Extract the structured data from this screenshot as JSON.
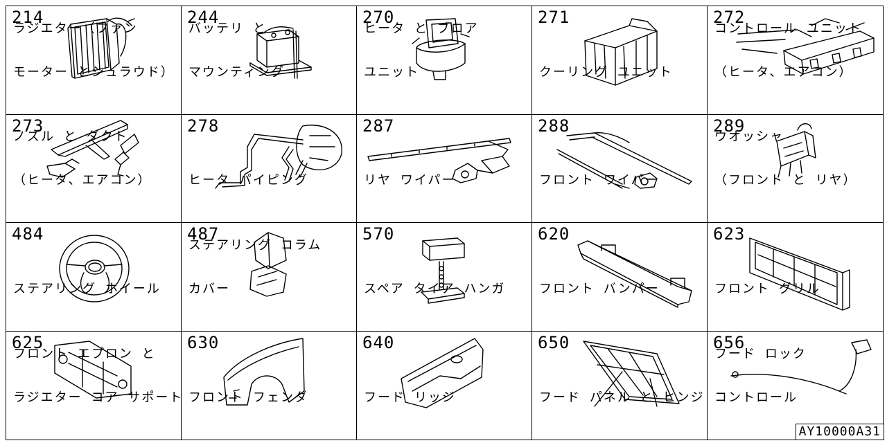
{
  "cells": [
    {
      "num": "214",
      "lines": [
        "ラジエター（ファン",
        "モーター とシュラウド）"
      ]
    },
    {
      "num": "244",
      "lines": [
        "バッテリ と",
        "マウンティング"
      ]
    },
    {
      "num": "270",
      "lines": [
        "ヒータ と ブロア",
        "ユニット"
      ]
    },
    {
      "num": "271",
      "lines": [
        "クーリング ユニット"
      ]
    },
    {
      "num": "272",
      "lines": [
        "コントロール ユニット",
        "（ヒータ、エアコン）"
      ]
    },
    {
      "num": "273",
      "lines": [
        "ノズル と ダクト",
        "（ヒータ、エアコン）"
      ]
    },
    {
      "num": "278",
      "lines": [
        "ヒータ パイピング"
      ]
    },
    {
      "num": "287",
      "lines": [
        "リヤ ワイパー"
      ]
    },
    {
      "num": "288",
      "lines": [
        "フロント ワイパー"
      ]
    },
    {
      "num": "289",
      "lines": [
        "ウオッシャ",
        "（フロント と リヤ）"
      ]
    },
    {
      "num": "484",
      "lines": [
        "ステアリング ホイール"
      ]
    },
    {
      "num": "487",
      "lines": [
        "ステアリング コラム",
        "カバー"
      ]
    },
    {
      "num": "570",
      "lines": [
        "スペア タイア ハンガ"
      ]
    },
    {
      "num": "620",
      "lines": [
        "フロント バンパー"
      ]
    },
    {
      "num": "623",
      "lines": [
        "フロント グリル"
      ]
    },
    {
      "num": "625",
      "lines": [
        "フロント エプロン と",
        "ラジエター コア サポート"
      ]
    },
    {
      "num": "630",
      "lines": [
        "フロント フェンダ"
      ]
    },
    {
      "num": "640",
      "lines": [
        "フード リッジ"
      ]
    },
    {
      "num": "650",
      "lines": [
        "フード パネル と ヒンジ"
      ]
    },
    {
      "num": "656",
      "lines": [
        "フード ロック",
        "コントロール"
      ]
    }
  ],
  "ref_code": "AY10000A31"
}
